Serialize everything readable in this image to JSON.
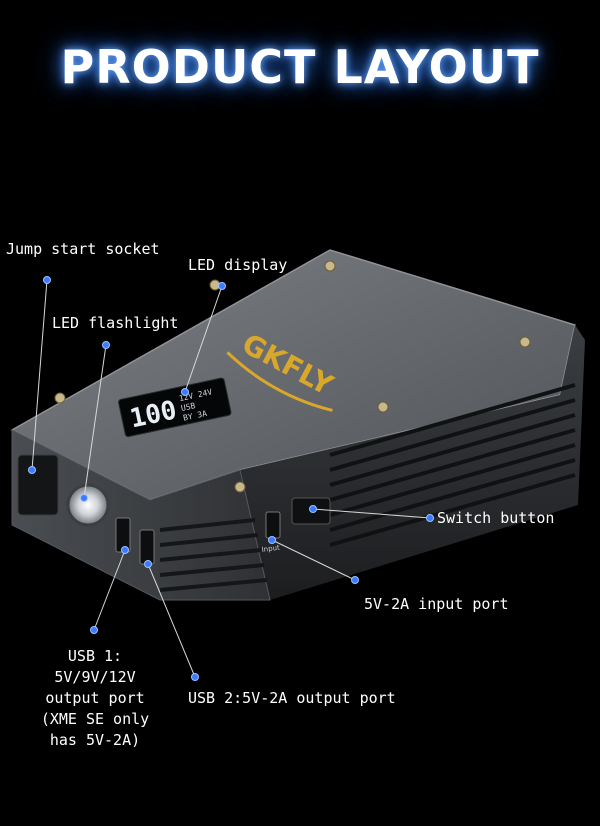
{
  "title": "PRODUCT LAYOUT",
  "brand": "GKFLY",
  "display_lines": [
    "100",
    "12V 24V",
    "USB",
    "BY 3A"
  ],
  "port_label": "Input",
  "labels": {
    "jump_start_socket": "Jump start socket",
    "led_display": "LED display",
    "led_flashlight": "LED flashlight",
    "switch_button": "Switch button",
    "input_port": "5V-2A input port",
    "usb1_line1": "USB 1:",
    "usb1_line2": "5V/9V/12V",
    "usb1_line3": "output port",
    "usb1_line4": "(XME SE only",
    "usb1_line5": "has 5V-2A)",
    "usb2": "USB 2:5V-2A output port"
  },
  "colors": {
    "background": "#000000",
    "device_top": "#6b6e72",
    "device_side": "#2a2c2f",
    "accent_dot": "#3a7bff",
    "brand_gold": "#d9a72a"
  }
}
